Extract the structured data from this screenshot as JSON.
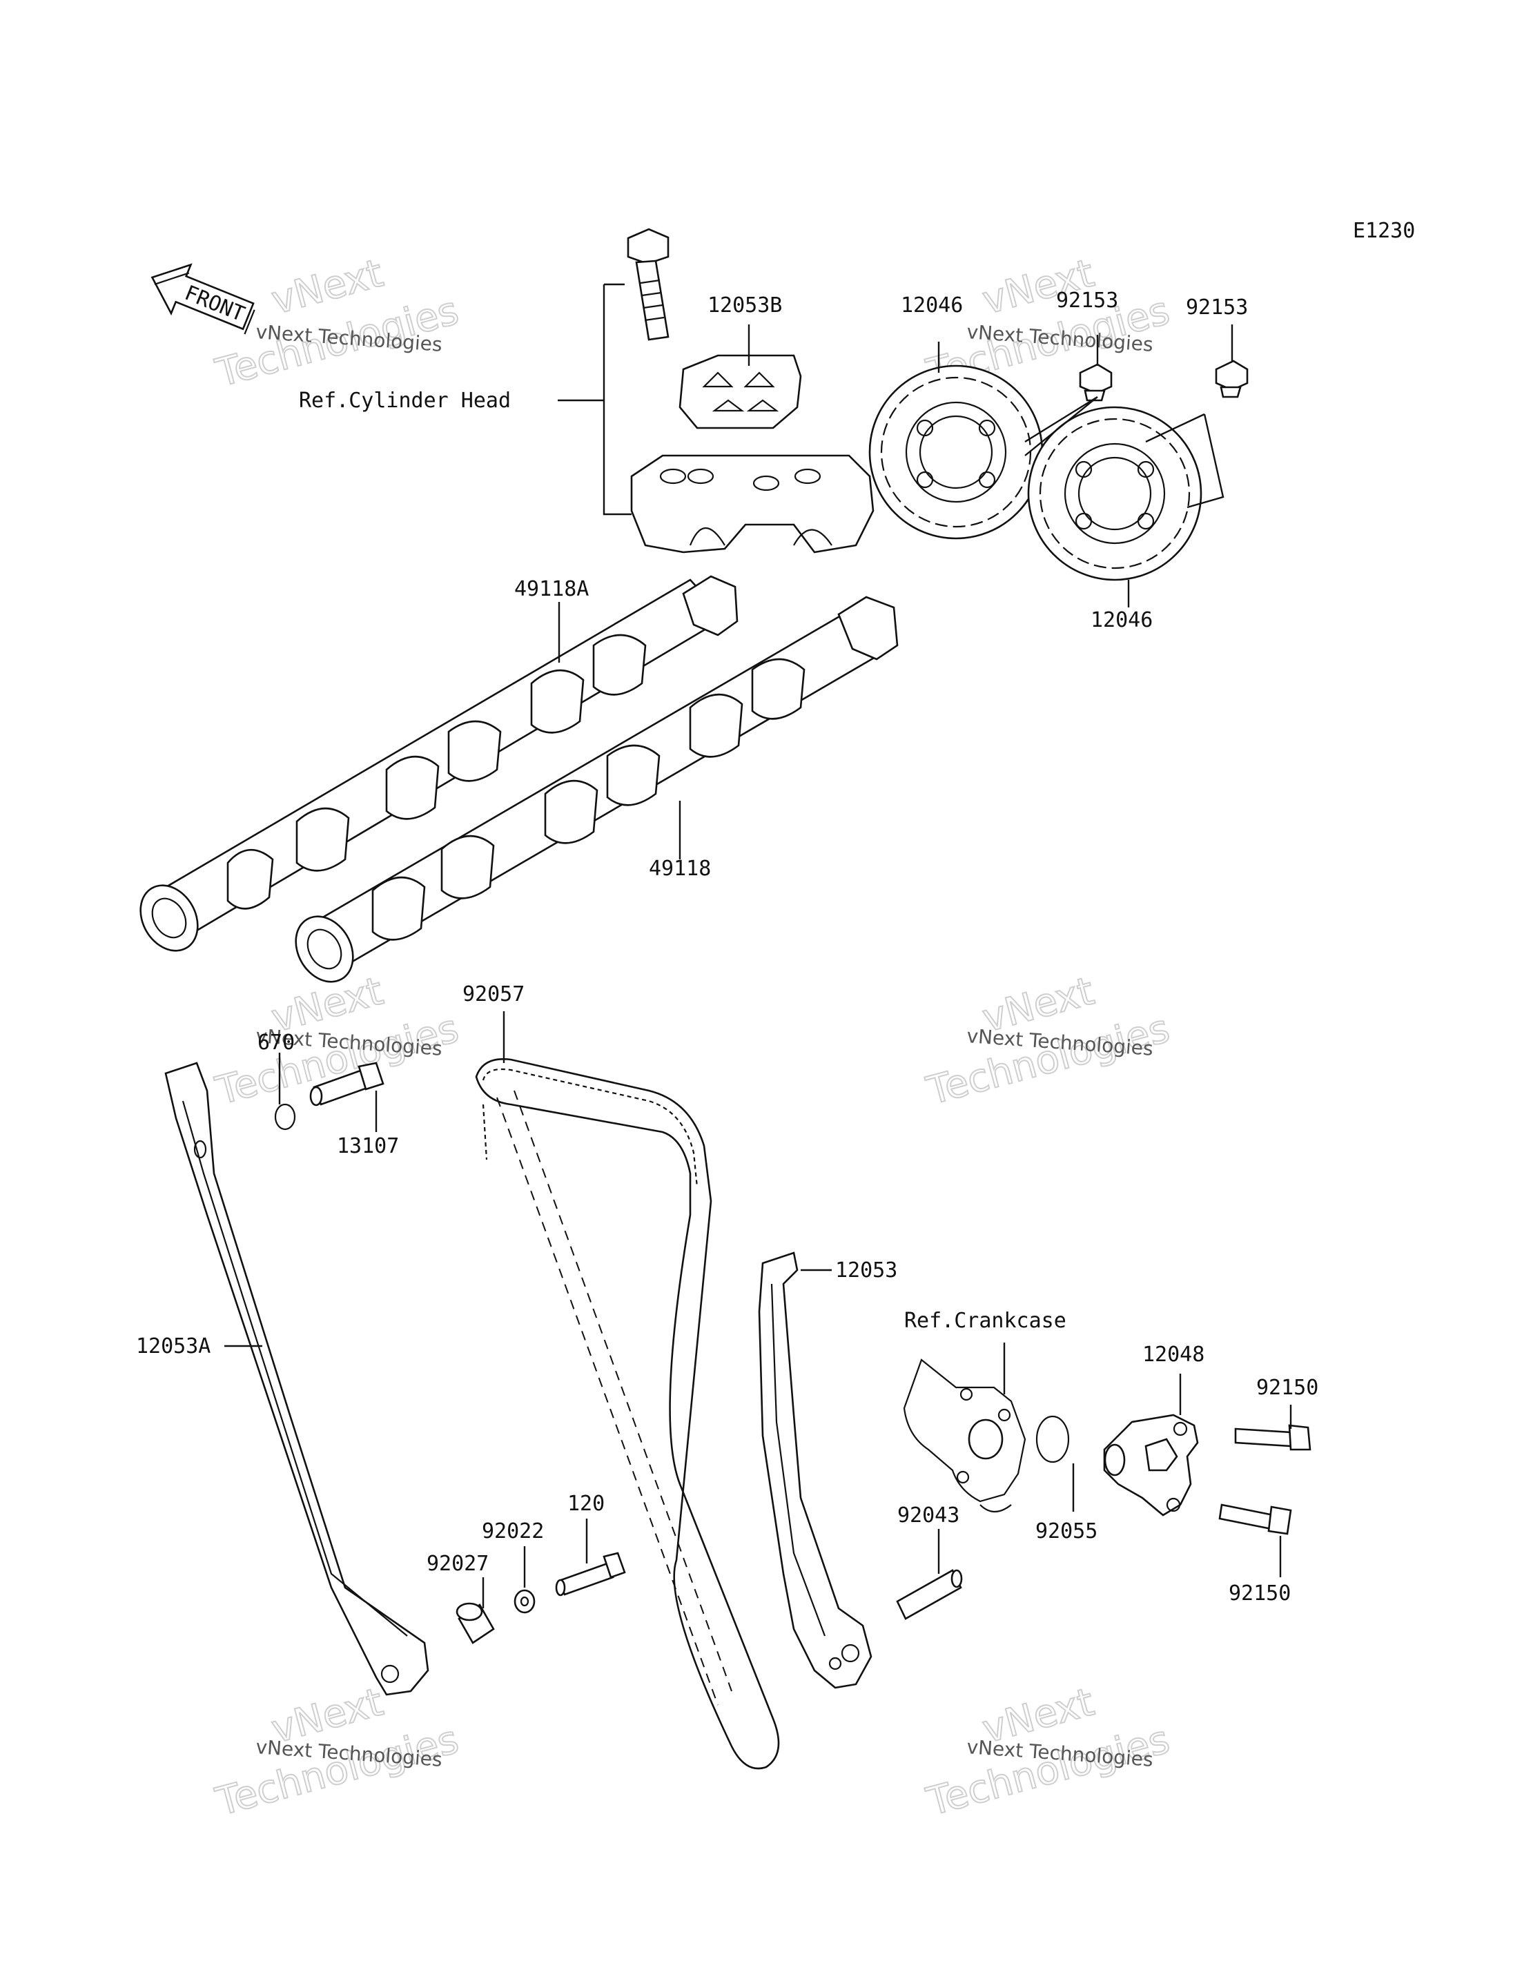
{
  "diagram_code": "E1230",
  "front_label": "FRONT",
  "refs": {
    "cylinder_head": "Ref.Cylinder Head",
    "crankcase": "Ref.Crankcase"
  },
  "parts": {
    "p12053B": "12053B",
    "p12046_top": "12046",
    "p92153_a": "92153",
    "p92153_b": "92153",
    "p12046_bottom": "12046",
    "p49118A": "49118A",
    "p49118": "49118",
    "p92057": "92057",
    "p670": "670",
    "p13107": "13107",
    "p12053": "12053",
    "p12053A": "12053A",
    "p12048": "12048",
    "p92150_a": "92150",
    "p92150_b": "92150",
    "p92055": "92055",
    "p92043": "92043",
    "p120": "120",
    "p92022": "92022",
    "p92027": "92027"
  },
  "watermark": {
    "brand": "vNext Technologies",
    "large_a": "vNext",
    "large_b": "Technologies"
  }
}
